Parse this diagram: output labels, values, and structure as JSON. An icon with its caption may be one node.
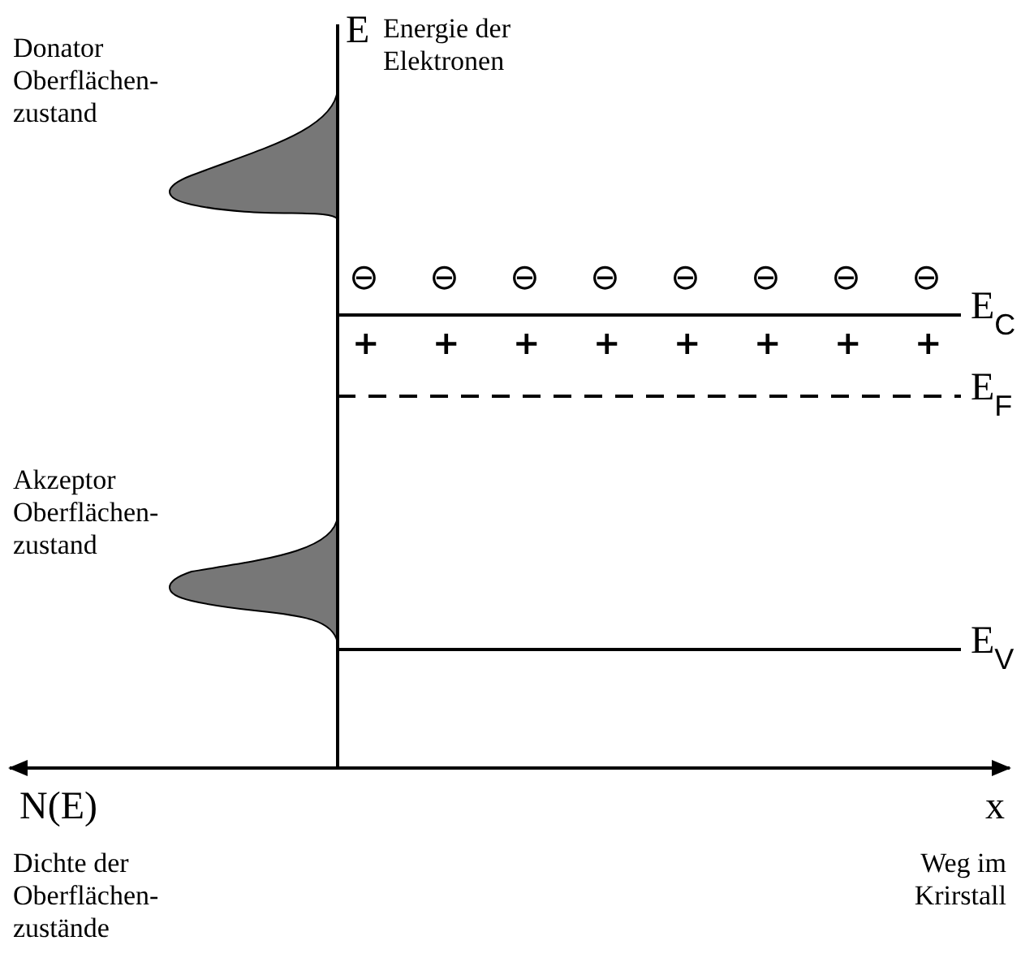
{
  "diagram": {
    "labels": [
      "E",
      "Energie der Elektronen",
      "Donator Oberflächen- zustand",
      "⊖",
      "⊖",
      "⊖",
      "⊖",
      "⊖",
      "⊖",
      "⊖",
      "⊖",
      "E$_{C}$",
      "+",
      "+",
      "+",
      "+",
      "+",
      "+",
      "+",
      "+",
      "E$_{F}$",
      "Akzeptor Oberflächen- zustand",
      "E$_{V}$",
      "N(E)",
      "x",
      "Dichte der Oberflächen- zustände",
      "Weg im Krirstall"
    ]
  }
}
